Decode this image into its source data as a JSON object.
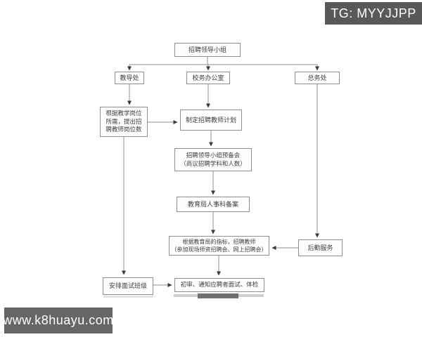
{
  "watermarks": {
    "top_right": "TG: MYYJJPP",
    "bottom_left": "www.k8huayu.com"
  },
  "flowchart": {
    "nodes": {
      "leading_group": "招聘领导小组",
      "teaching_office": "教导处",
      "school_office": "校务办公室",
      "general_office": "总务处",
      "propose_positions": "根据教学岗位所需，提出招聘教师岗位数",
      "make_plan": "制定招聘教师计划",
      "prep_meeting": [
        "招聘领导小组预备会",
        "（商议招聘学科和人数）"
      ],
      "bureau_record": "教育局人事科备案",
      "recruit_teachers": [
        "根据教育局的指标，招聘教师",
        "（参加现场师资招聘会、网上招聘会）"
      ],
      "logistics": "后勤服务",
      "arrange_interview": "安排面试班级",
      "review_notify": "初审、通知应聘者面试、体检"
    }
  }
}
